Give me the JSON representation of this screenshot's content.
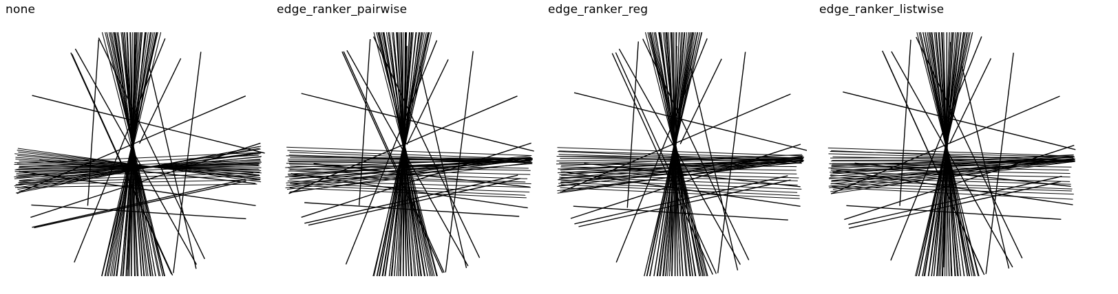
{
  "figure": {
    "panels": [
      {
        "id": "none",
        "title": "none"
      },
      {
        "id": "pairwise",
        "title": "edge_ranker_pairwise"
      },
      {
        "id": "reg",
        "title": "edge_ranker_reg"
      },
      {
        "id": "listwise",
        "title": "edge_ranker_listwise"
      }
    ]
  },
  "colors": {
    "background": "#ffffff",
    "edge": "#000000",
    "text": "#000000"
  }
}
